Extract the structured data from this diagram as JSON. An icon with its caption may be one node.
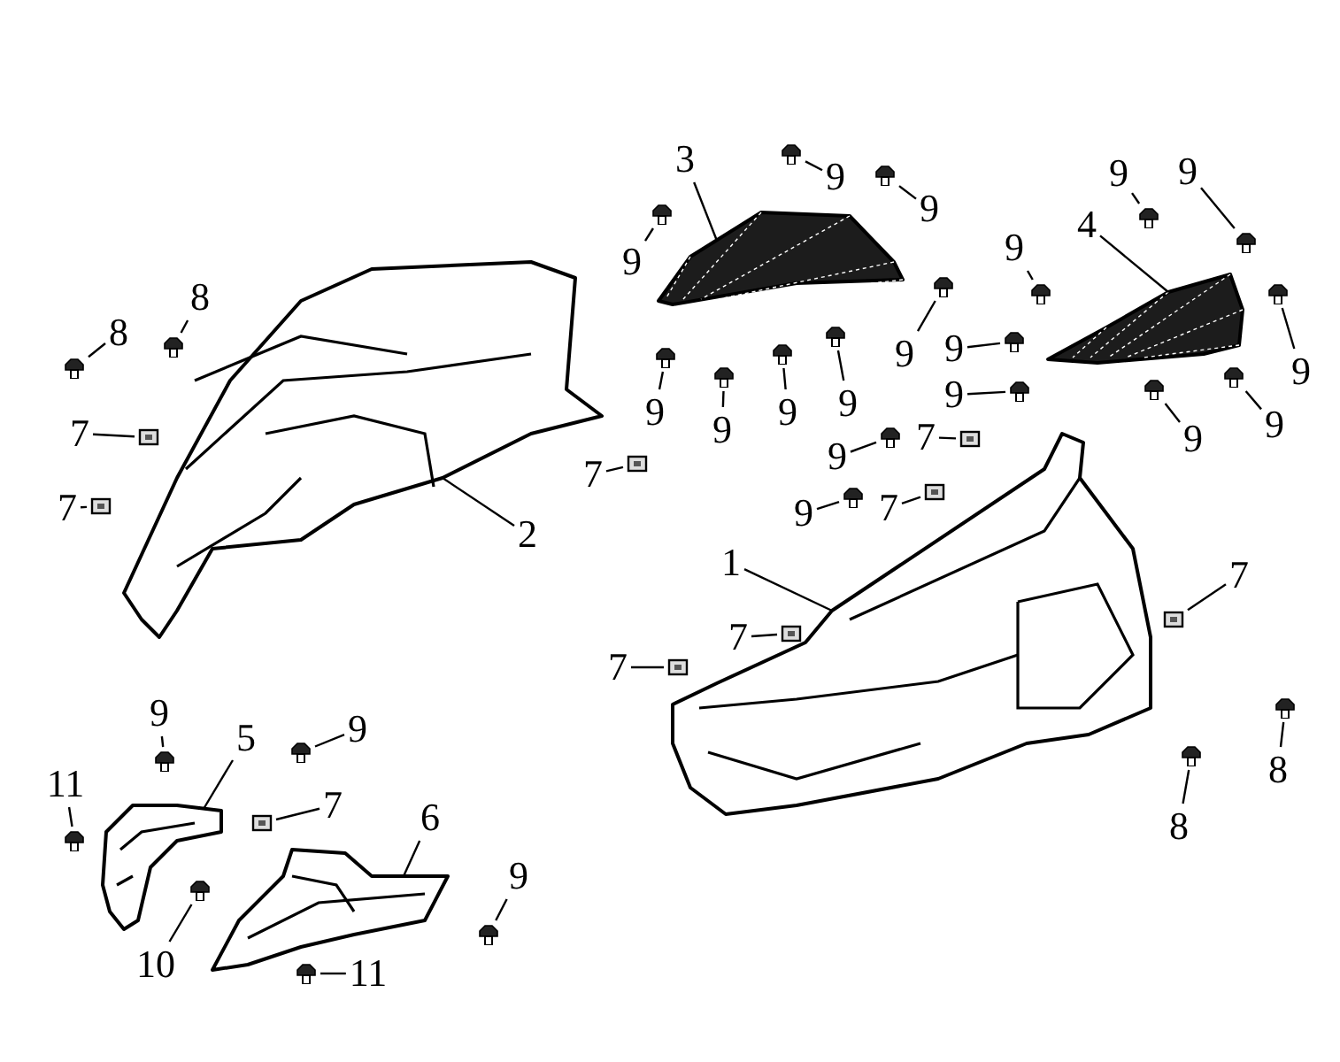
{
  "diagram": {
    "nodes": [
      {
        "text": [
          "3"
        ]
      },
      {
        "text": [],
        "shape": "picture"
      },
      {
        "text": [
          "9"
        ]
      },
      {
        "text": [],
        "shape": "bolt"
      },
      {
        "text": [
          "9"
        ]
      },
      {
        "text": [],
        "shape": "bolt"
      },
      {
        "text": [
          "9"
        ]
      },
      {
        "text": [],
        "shape": "bolt"
      },
      {
        "text": [
          "9"
        ]
      },
      {
        "text": [],
        "shape": "bolt"
      },
      {
        "text": [
          "4"
        ]
      },
      {
        "text": [],
        "shape": "picture"
      },
      {
        "text": [
          "9"
        ]
      },
      {
        "text": [],
        "shape": "bolt"
      },
      {
        "text": [
          "9"
        ]
      },
      {
        "text": [],
        "shape": "bolt"
      },
      {
        "text": [
          "8"
        ]
      },
      {
        "text": [],
        "shape": "bolt"
      },
      {
        "text": [
          "8"
        ]
      },
      {
        "text": [],
        "shape": "bolt"
      },
      {
        "text": [
          "9"
        ]
      },
      {
        "text": [],
        "shape": "bolt"
      },
      {
        "text": [
          "9"
        ]
      },
      {
        "text": [],
        "shape": "bolt"
      },
      {
        "text": [
          "9"
        ]
      },
      {
        "text": [],
        "shape": "bolt"
      },
      {
        "text": [
          "9"
        ]
      },
      {
        "text": [],
        "shape": "bolt"
      },
      {
        "text": [
          "9"
        ]
      },
      {
        "text": [],
        "shape": "bolt"
      },
      {
        "text": [
          "9"
        ]
      },
      {
        "text": [],
        "shape": "bolt"
      },
      {
        "text": [
          "9"
        ]
      },
      {
        "text": [],
        "shape": "bolt"
      },
      {
        "text": [
          "9"
        ]
      },
      {
        "text": [],
        "shape": "bolt"
      },
      {
        "text": [
          "9"
        ]
      },
      {
        "text": [],
        "shape": "bolt"
      },
      {
        "text": [
          "7"
        ]
      },
      {
        "text": [],
        "shape": "clip"
      },
      {
        "text": [
          "7"
        ]
      },
      {
        "text": [],
        "shape": "clip"
      },
      {
        "text": [
          "9"
        ]
      },
      {
        "text": [],
        "shape": "bolt"
      },
      {
        "text": [
          "9"
        ]
      },
      {
        "text": [],
        "shape": "bolt"
      },
      {
        "text": [
          "7"
        ]
      },
      {
        "text": [],
        "shape": "clip"
      },
      {
        "text": [
          "7"
        ]
      },
      {
        "text": [],
        "shape": "clip"
      },
      {
        "text": [
          "7"
        ]
      },
      {
        "text": [],
        "shape": "clip"
      },
      {
        "text": [
          "9"
        ]
      },
      {
        "text": [],
        "shape": "bolt"
      },
      {
        "text": [
          "2"
        ]
      },
      {
        "text": [],
        "shape": "picture"
      },
      {
        "text": [
          "1"
        ]
      },
      {
        "text": [],
        "shape": "picture"
      },
      {
        "text": [
          "7"
        ]
      },
      {
        "text": [],
        "shape": "clip"
      },
      {
        "text": [
          "7"
        ]
      },
      {
        "text": [],
        "shape": "clip"
      },
      {
        "text": [
          "7"
        ]
      },
      {
        "text": [],
        "shape": "clip"
      },
      {
        "text": [
          "9"
        ]
      },
      {
        "text": [],
        "shape": "bolt"
      },
      {
        "text": [
          "9"
        ]
      },
      {
        "text": [],
        "shape": "bolt"
      },
      {
        "text": [
          "5"
        ]
      },
      {
        "text": [],
        "shape": "picture"
      },
      {
        "text": [
          "8"
        ]
      },
      {
        "text": [],
        "shape": "bolt"
      },
      {
        "text": [
          "11"
        ]
      },
      {
        "text": [],
        "shape": "bolt"
      },
      {
        "text": [
          "7"
        ]
      },
      {
        "text": [],
        "shape": "clip"
      },
      {
        "text": [
          "6"
        ]
      },
      {
        "text": [],
        "shape": "picture"
      },
      {
        "text": [
          "8"
        ]
      },
      {
        "text": [],
        "shape": "bolt"
      },
      {
        "text": [
          "9"
        ]
      },
      {
        "text": [],
        "shape": "bolt"
      },
      {
        "text": [
          "10"
        ]
      },
      {
        "text": [],
        "shape": "bolt"
      },
      {
        "text": [
          "11"
        ]
      },
      {
        "text": [],
        "shape": "bolt"
      }
    ],
    "edges": [
      {
        "from": 0,
        "to": 1,
        "arrow": "none"
      },
      {
        "from": 2,
        "to": 3,
        "arrow": "none"
      },
      {
        "from": 4,
        "to": 5,
        "arrow": "none"
      },
      {
        "from": 6,
        "to": 7,
        "arrow": "none"
      },
      {
        "from": 8,
        "to": 9,
        "arrow": "none"
      },
      {
        "from": 10,
        "to": 11,
        "arrow": "none"
      },
      {
        "from": 12,
        "to": 13,
        "arrow": "none"
      },
      {
        "from": 14,
        "to": 15,
        "arrow": "none"
      },
      {
        "from": 16,
        "to": 17,
        "arrow": "none"
      },
      {
        "from": 18,
        "to": 19,
        "arrow": "none"
      },
      {
        "from": 20,
        "to": 21,
        "arrow": "none"
      },
      {
        "from": 22,
        "to": 23,
        "arrow": "none"
      },
      {
        "from": 24,
        "to": 25,
        "arrow": "none"
      },
      {
        "from": 26,
        "to": 27,
        "arrow": "none"
      },
      {
        "from": 28,
        "to": 29,
        "arrow": "none"
      },
      {
        "from": 30,
        "to": 31,
        "arrow": "none"
      },
      {
        "from": 32,
        "to": 33,
        "arrow": "none"
      },
      {
        "from": 34,
        "to": 35,
        "arrow": "none"
      },
      {
        "from": 36,
        "to": 37,
        "arrow": "none"
      },
      {
        "from": 38,
        "to": 39,
        "arrow": "none"
      },
      {
        "from": 40,
        "to": 41,
        "arrow": "none"
      },
      {
        "from": 42,
        "to": 43,
        "arrow": "none"
      },
      {
        "from": 44,
        "to": 45,
        "arrow": "none"
      },
      {
        "from": 46,
        "to": 47,
        "arrow": "none"
      },
      {
        "from": 48,
        "to": 49,
        "arrow": "none"
      },
      {
        "from": 50,
        "to": 51,
        "arrow": "none"
      },
      {
        "from": 52,
        "to": 53,
        "arrow": "none"
      },
      {
        "from": 54,
        "to": 55,
        "arrow": "none"
      },
      {
        "from": 56,
        "to": 57,
        "arrow": "none"
      },
      {
        "from": 58,
        "to": 59,
        "arrow": "none"
      },
      {
        "from": 60,
        "to": 61,
        "arrow": "none"
      },
      {
        "from": 62,
        "to": 63,
        "arrow": "none"
      },
      {
        "from": 64,
        "to": 65,
        "arrow": "none"
      },
      {
        "from": 66,
        "to": 67,
        "arrow": "none"
      },
      {
        "from": 68,
        "to": 69,
        "arrow": "none"
      },
      {
        "from": 70,
        "to": 71,
        "arrow": "none"
      },
      {
        "from": 72,
        "to": 73,
        "arrow": "none"
      },
      {
        "from": 74,
        "to": 75,
        "arrow": "none"
      },
      {
        "from": 76,
        "to": 77,
        "arrow": "none"
      },
      {
        "from": 78,
        "to": 79,
        "arrow": "none"
      },
      {
        "from": 80,
        "to": 81,
        "arrow": "none"
      },
      {
        "from": 82,
        "to": 83,
        "arrow": "none"
      },
      {
        "from": 84,
        "to": 85,
        "arrow": "none"
      }
    ]
  }
}
